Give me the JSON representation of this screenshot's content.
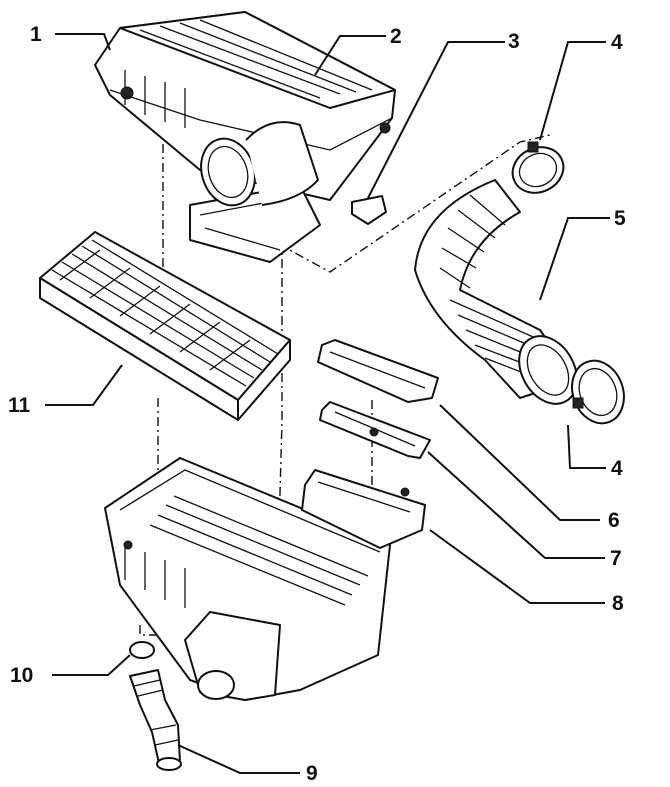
{
  "diagram": {
    "callouts": [
      "1",
      "2",
      "3",
      "4",
      "5",
      "4",
      "6",
      "7",
      "8",
      "11",
      "10",
      "9"
    ]
  }
}
